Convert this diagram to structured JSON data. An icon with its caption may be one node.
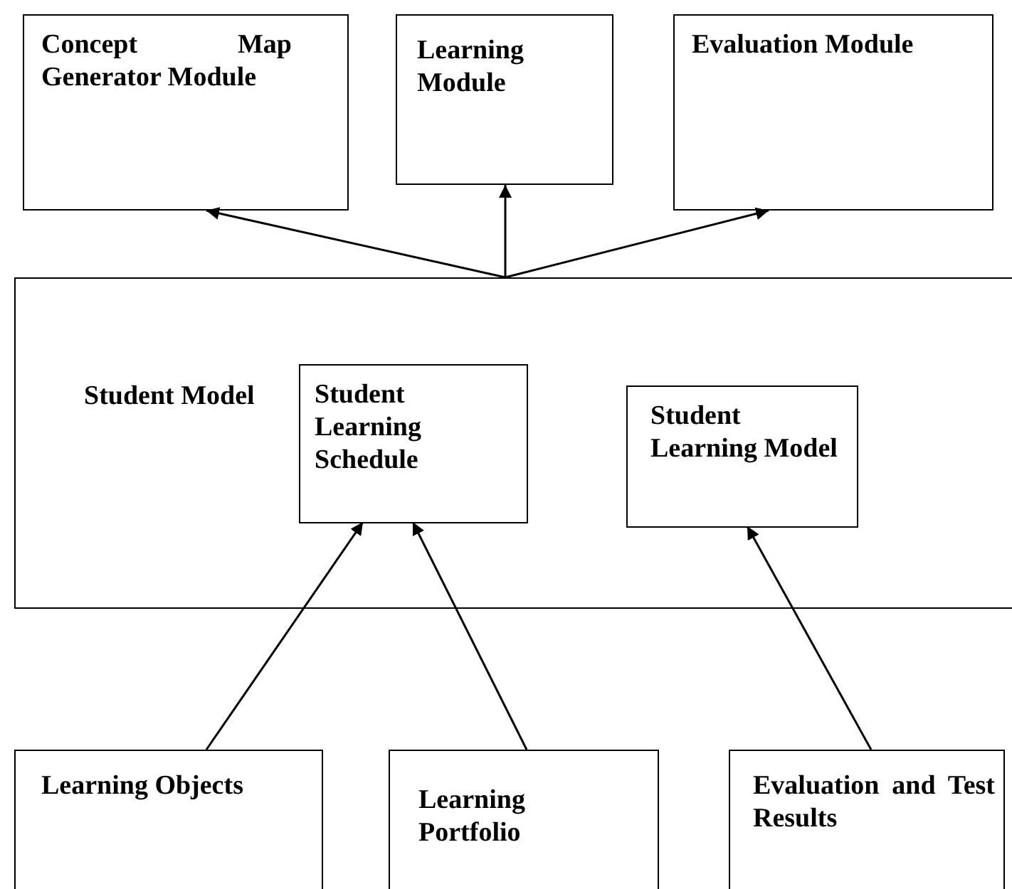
{
  "diagram": {
    "nodes": [
      {
        "text": [
          "Concept Map Generator Module"
        ]
      },
      {
        "text": [
          "Learning Module"
        ]
      },
      {
        "text": [
          "Evaluation Module"
        ]
      },
      {
        "text": [
          "Student Model"
        ]
      },
      {
        "text": [
          "Student Learning Schedule"
        ],
        "in": 3
      },
      {
        "text": [
          "Student Learning Model"
        ],
        "in": 3
      },
      {
        "text": [
          "Learning Objects"
        ]
      },
      {
        "text": [
          "Learning Portfolio"
        ]
      },
      {
        "text": [
          "Evaluation and Test Results"
        ]
      }
    ],
    "edges": [
      {
        "from": 3,
        "to": 0,
        "arrow": "to"
      },
      {
        "from": 3,
        "to": 1,
        "arrow": "to"
      },
      {
        "from": 3,
        "to": 2,
        "arrow": "to"
      },
      {
        "from": 6,
        "to": 4,
        "arrow": "to"
      },
      {
        "from": 7,
        "to": 4,
        "arrow": "to"
      },
      {
        "from": 8,
        "to": 5,
        "arrow": "to"
      }
    ]
  }
}
